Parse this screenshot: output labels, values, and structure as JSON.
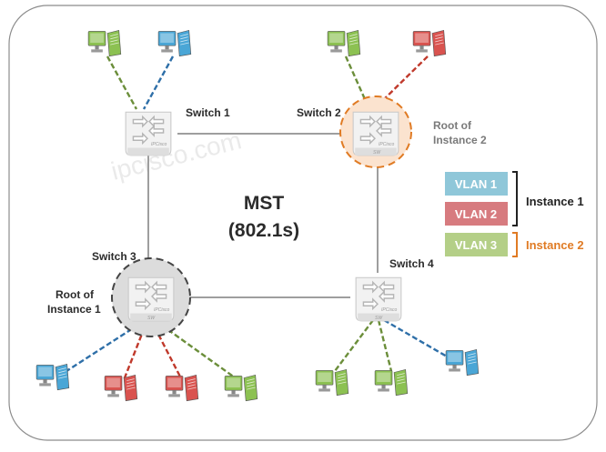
{
  "title": "MST",
  "subtitle": "(802.1s)",
  "watermark": "ipcisco.com",
  "switches": {
    "s1": "Switch 1",
    "s2": "Switch 2",
    "s3": "Switch 3",
    "s4": "Switch 4",
    "brand": "IPCisco",
    "sw_tag": "SW"
  },
  "roots": {
    "inst2_line1": "Root of",
    "inst2_line2": "Instance 2",
    "inst1_line1": "Root of",
    "inst1_line2": "Instance 1"
  },
  "legend": {
    "vlan1": "VLAN 1",
    "vlan2": "VLAN 2",
    "vlan3": "VLAN 3",
    "instance1": "Instance 1",
    "instance2": "Instance 2"
  },
  "colors": {
    "vlan1": "#8fc7d9",
    "vlan2": "#d77b7f",
    "vlan3": "#b4cf87",
    "instance2": "#e07b24",
    "pc_green": "#8cc152",
    "pc_blue": "#4aa6d6",
    "pc_red": "#d9534f",
    "dash_green": "#6b8e3a",
    "dash_blue": "#2e6fa8",
    "dash_red": "#c0392b"
  },
  "icons": {
    "pc": "pc-icon",
    "switch": "switch-icon"
  }
}
